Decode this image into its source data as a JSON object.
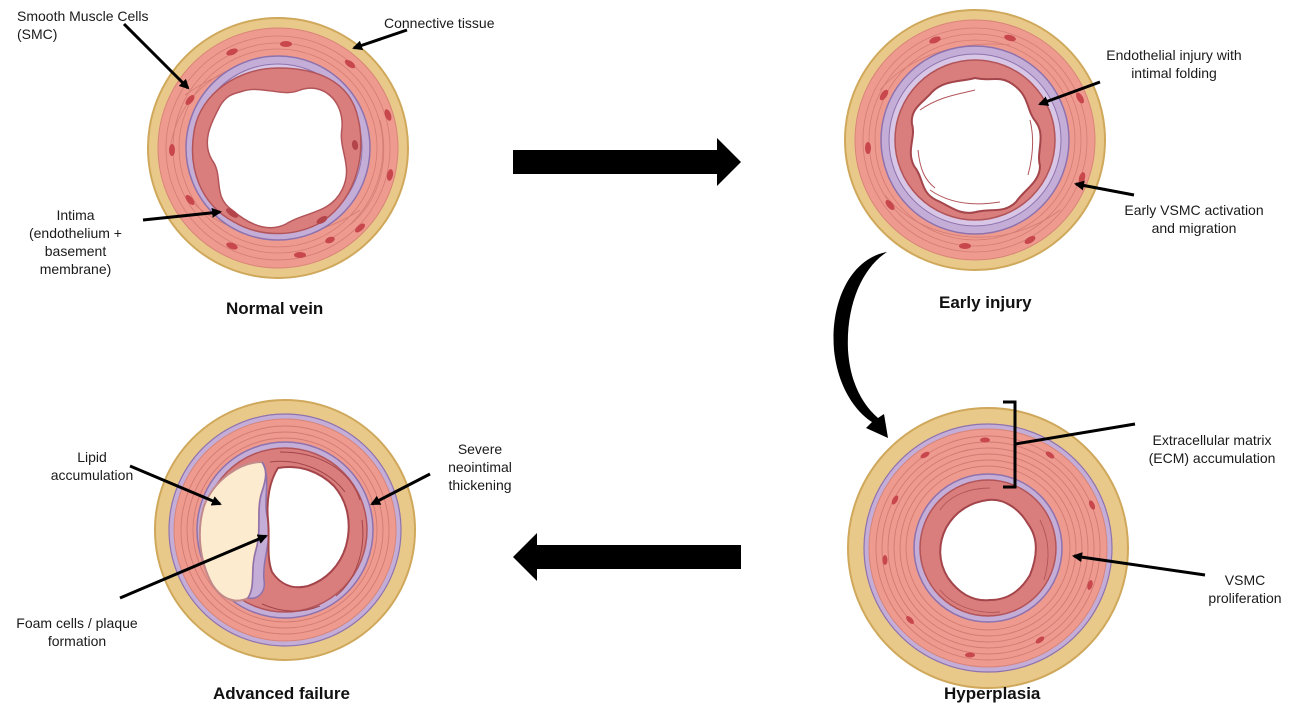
{
  "stages": {
    "normal": {
      "title": "Normal vein",
      "labels": {
        "smc": "Smooth Muscle Cells\n(SMC)",
        "connective": "Connective tissue",
        "intima": "Intima\n(endothelium +\nbasement\nmembrane)"
      }
    },
    "early": {
      "title": "Early injury",
      "labels": {
        "endothelial": "Endothelial injury with\nintimal folding",
        "vsmc": "Early VSMC activation\nand migration"
      }
    },
    "hyperplasia": {
      "title": "Hyperplasia",
      "labels": {
        "ecm": "Extracellular matrix\n(ECM) accumulation",
        "vsmc": "VSMC\nproliferation"
      }
    },
    "advanced": {
      "title": "Advanced failure",
      "labels": {
        "lipid": "Lipid\naccumulation",
        "neointimal": "Severe\nneointimal\nthickening",
        "foam": "Foam cells / plaque\nformation"
      }
    }
  },
  "colors": {
    "adventitia": "#e9c98a",
    "adventitia_edge": "#cfa85b",
    "media": "#ee9a8f",
    "media_line": "#c9706a",
    "cell": "#c8474d",
    "membrane": "#c4aed8",
    "membrane_edge": "#8e72ad",
    "intima": "#d97e7c",
    "lumen": "#ffffff",
    "lipid": "#fdebd0",
    "arrow": "#000000"
  }
}
